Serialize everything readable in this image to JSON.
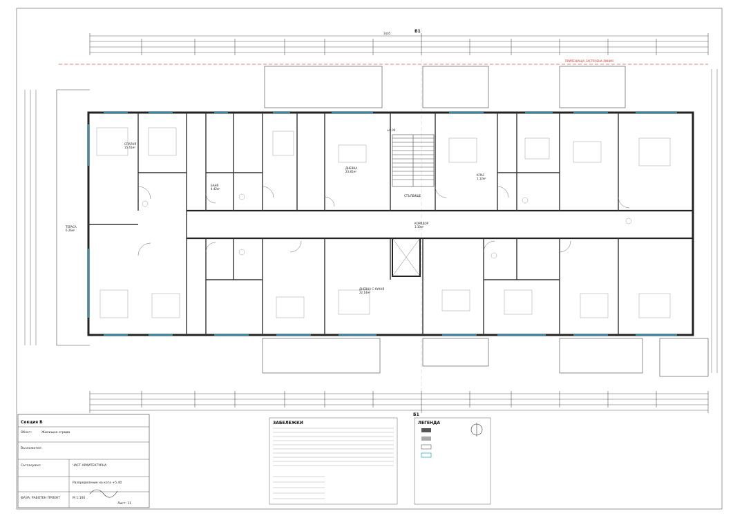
{
  "drawing": {
    "grid_axis_top": "Б1",
    "grid_axis_bottom": "Б1",
    "property_line_label": "ПРИЛЕЖАЩА ЗАСТРОЕНА ЛИНИЯ",
    "total_width_dim": "3405",
    "level_mark": "±0.00",
    "rooms": [
      {
        "name": "СПАЛНЯ",
        "area": "15.41м²"
      },
      {
        "name": "ДНЕВНА",
        "area": "23.85м²"
      },
      {
        "name": "БАНЯ",
        "area": "4.42м²"
      },
      {
        "name": "ТЕРАСА",
        "area": "6.26м²"
      },
      {
        "name": "КОРИДОР",
        "area": "3.10м²"
      },
      {
        "name": "ДНЕВНА С КУХНЯ",
        "area": "22.14м²"
      },
      {
        "name": "КЛАС",
        "area": "1.12м²"
      },
      {
        "name": "СТЪЛБИЩЕ",
        "area": ""
      }
    ]
  },
  "title_block": {
    "section": "Секция Б",
    "object_label": "Обект:",
    "object_value": "Жилищна сграда",
    "assignor_label": "Възложител:",
    "assignor_value": "",
    "designer_label": "Съгласувал:",
    "part": "ЧАСТ АРХИТЕКТУРНА",
    "sheet_title": "Разпределение на кота +5.40",
    "scale": "М 1:100",
    "phase": "ФАЗА: РАБОТЕН ПРОЕКТ",
    "sheet_no": "Лист: 11"
  },
  "notes": {
    "heading": "ЗАБЕЛЕЖКИ",
    "legend_heading": "ЛЕГЕНДА"
  }
}
